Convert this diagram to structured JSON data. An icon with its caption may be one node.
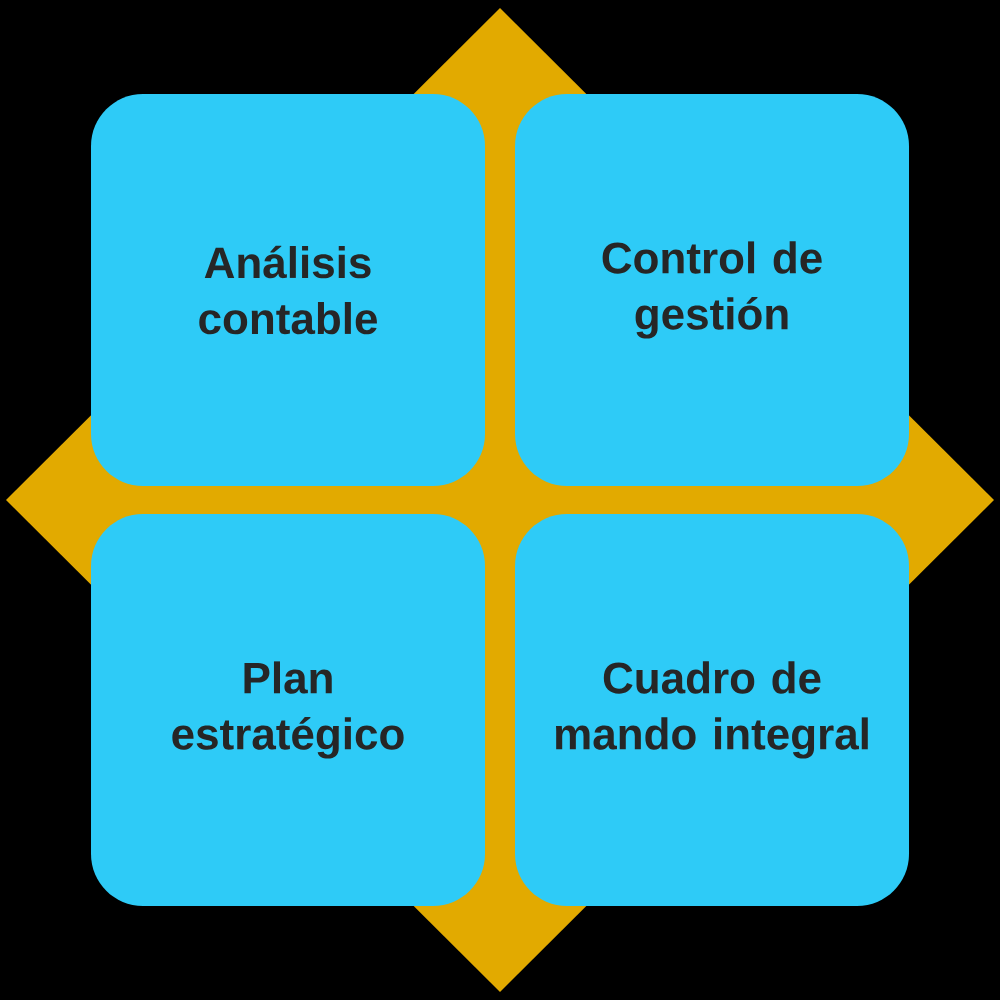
{
  "diagram": {
    "nodes": [
      {
        "text": [
          "Análisis contable"
        ]
      },
      {
        "text": [
          "Control de gestión"
        ]
      },
      {
        "text": [
          "Plan estratégico"
        ]
      },
      {
        "text": [
          "Cuadro de mando integral"
        ]
      }
    ]
  }
}
